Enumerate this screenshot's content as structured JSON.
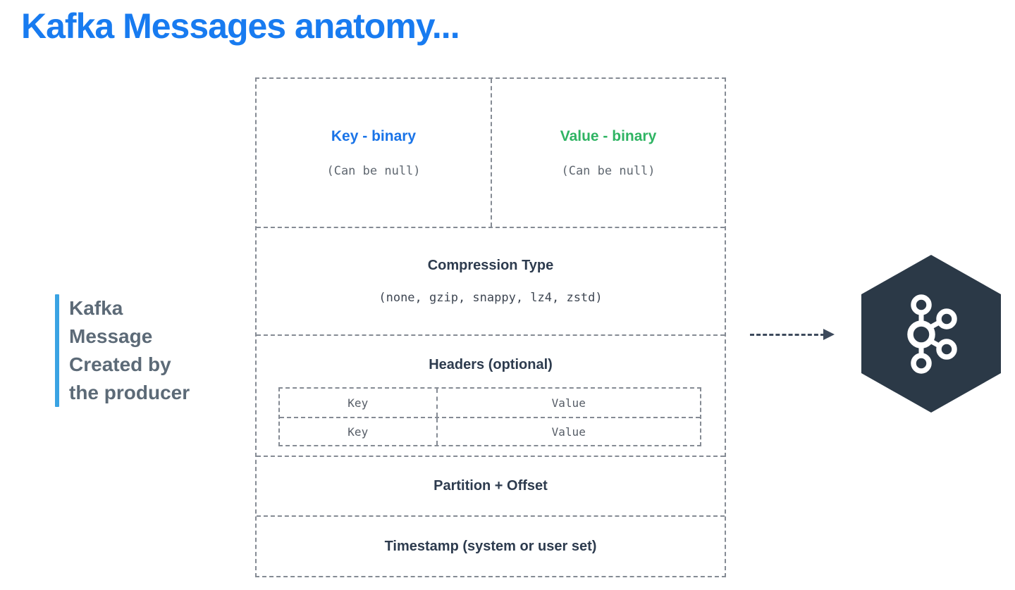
{
  "title": "Kafka Messages anatomy...",
  "side_label": {
    "line1": "Kafka",
    "line2": "Message",
    "line3": "Created by",
    "line4": "the producer"
  },
  "message_box": {
    "key_cell": {
      "title": "Key - binary",
      "subtitle": "(Can be null)"
    },
    "value_cell": {
      "title": "Value - binary",
      "subtitle": "(Can be null)"
    },
    "compression": {
      "title": "Compression Type",
      "subtitle": "(none, gzip, snappy, lz4, zstd)"
    },
    "headers": {
      "title": "Headers (optional)",
      "rows": [
        {
          "key": "Key",
          "value": "Value"
        },
        {
          "key": "Key",
          "value": "Value"
        }
      ]
    },
    "partition": {
      "title": "Partition + Offset"
    },
    "timestamp": {
      "title": "Timestamp (system or user set)"
    }
  },
  "icons": {
    "kafka_logo": "kafka-hexagon-logo",
    "arrow": "dashed-right-arrow"
  },
  "colors": {
    "title_blue": "#187bf0",
    "key_blue": "#1a74e8",
    "value_green": "#2fb463",
    "heading_navy": "#2d3b4e",
    "mono_gray": "#5f6770",
    "side_label_gray": "#5c6a77",
    "side_bar_blue": "#3aa3e3",
    "hexagon_navy": "#2b3947",
    "dash_gray": "#858b94",
    "arrow_navy": "#3d4a5c"
  }
}
